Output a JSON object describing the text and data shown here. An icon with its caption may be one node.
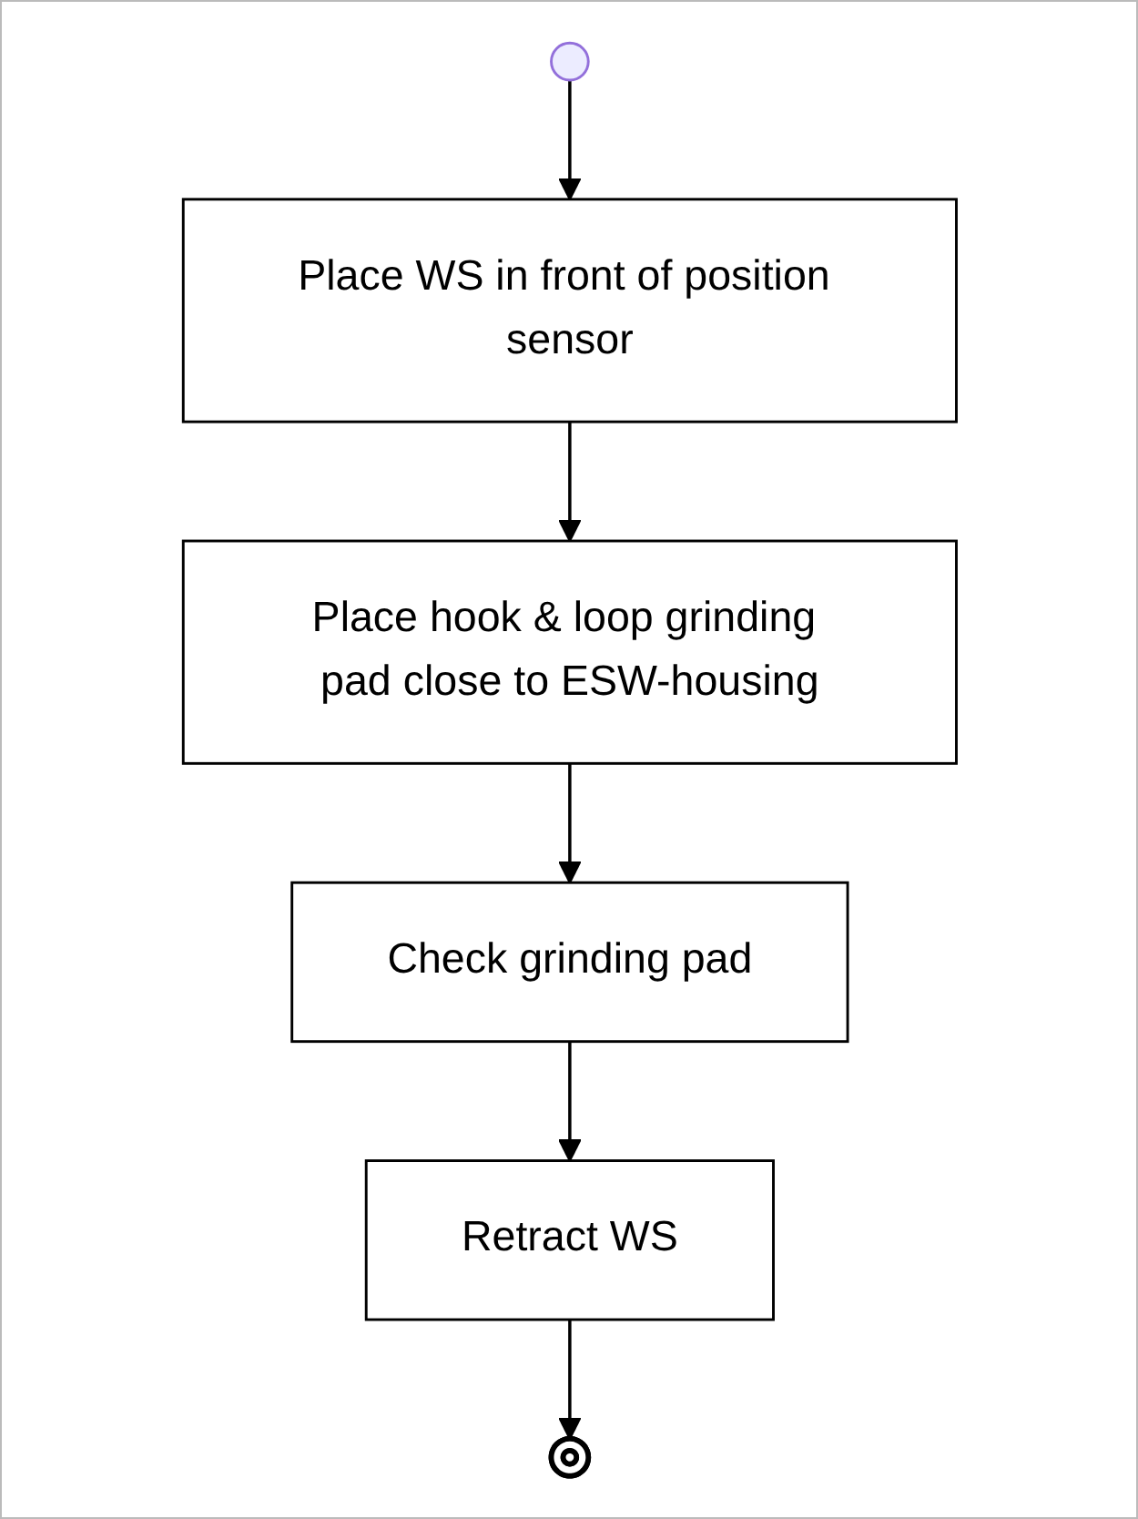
{
  "diagram": {
    "nodes": [
      {
        "text": [],
        "shape": "circle"
      },
      {
        "text": [
          "Place WS in front of position sensor"
        ]
      },
      {
        "text": [
          "Place hook & loop grinding pad close to ESW-housing"
        ]
      },
      {
        "text": [
          "Check grinding pad"
        ]
      },
      {
        "text": [
          "Retract WS"
        ]
      },
      {
        "text": [],
        "shape": "circle"
      }
    ],
    "edges": [
      {
        "from": 0,
        "to": 1,
        "arrow": "to"
      },
      {
        "from": 1,
        "to": 2,
        "arrow": "to"
      },
      {
        "from": 2,
        "to": 3,
        "arrow": "to"
      },
      {
        "from": 3,
        "to": 4,
        "arrow": "to"
      },
      {
        "from": 4,
        "to": 5,
        "arrow": "to"
      }
    ]
  }
}
